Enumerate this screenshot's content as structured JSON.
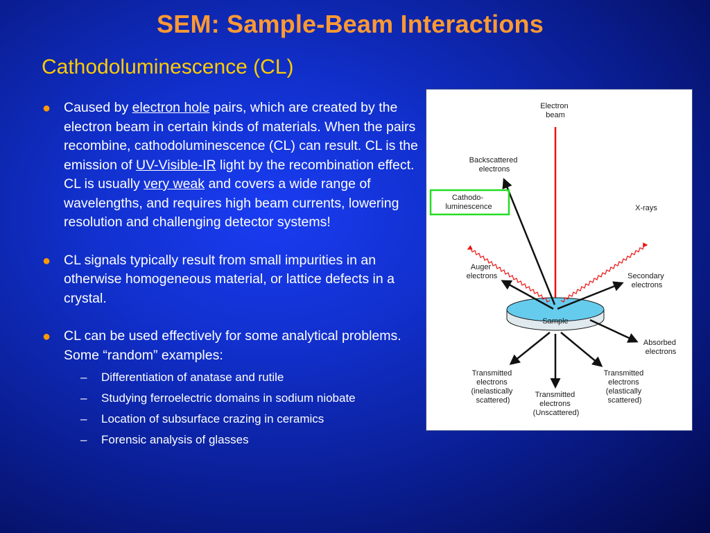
{
  "slide": {
    "title": "SEM: Sample-Beam Interactions",
    "subtitle": "Cathodoluminescence (CL)"
  },
  "colors": {
    "title": "#ff9933",
    "subtitle": "#ffcc00",
    "bullet_marker": "#ff9900",
    "background": "#1130cc",
    "beam_red": "#ee1111",
    "highlight_green": "#22dd22",
    "sample_blue": "#66ccee"
  },
  "bullets": [
    {
      "parts": {
        "p1": "Caused by ",
        "l1": "electron hole",
        "p2": " pairs, which are created by the electron beam in certain kinds of materials.  When the pairs recombine, cathodoluminescence (CL) can result.  CL is the emission of ",
        "l2": "UV-Visible-IR",
        "p3": " light by the recombination effect.  CL is usually ",
        "l3": "very weak",
        "p4": " and covers a wide range of wavelengths, and requires high beam currents, lowering resolution and challenging detector systems!"
      }
    },
    {
      "text": "CL signals typically result from small impurities in an otherwise homogeneous material, or lattice defects in a crystal."
    },
    {
      "text": "CL can be used effectively for some analytical problems.  Some “random” examples:",
      "subitems": [
        "Differentiation of anatase and rutile",
        "Studying ferroelectric domains in sodium niobate",
        "Location of subsurface crazing in ceramics",
        "Forensic analysis of glasses"
      ]
    }
  ],
  "diagram": {
    "electron_beam": [
      "Electron",
      "beam"
    ],
    "backscattered": [
      "Backscattered",
      "electrons"
    ],
    "cathodo": [
      "Cathodo-",
      "luminescence"
    ],
    "xrays": "X-rays",
    "auger": [
      "Auger",
      "electrons"
    ],
    "secondary": [
      "Secondary",
      "electrons"
    ],
    "sample": "Sample",
    "absorbed": [
      "Absorbed",
      "electrons"
    ],
    "transmitted_inelastic": [
      "Transmitted",
      "electrons",
      "(inelastically",
      "scattered)"
    ],
    "transmitted_unscattered": [
      "Transmitted",
      "electrons",
      "(Unscattered)"
    ],
    "transmitted_elastic": [
      "Transmitted",
      "electrons",
      "(elastically",
      "scattered)"
    ]
  }
}
